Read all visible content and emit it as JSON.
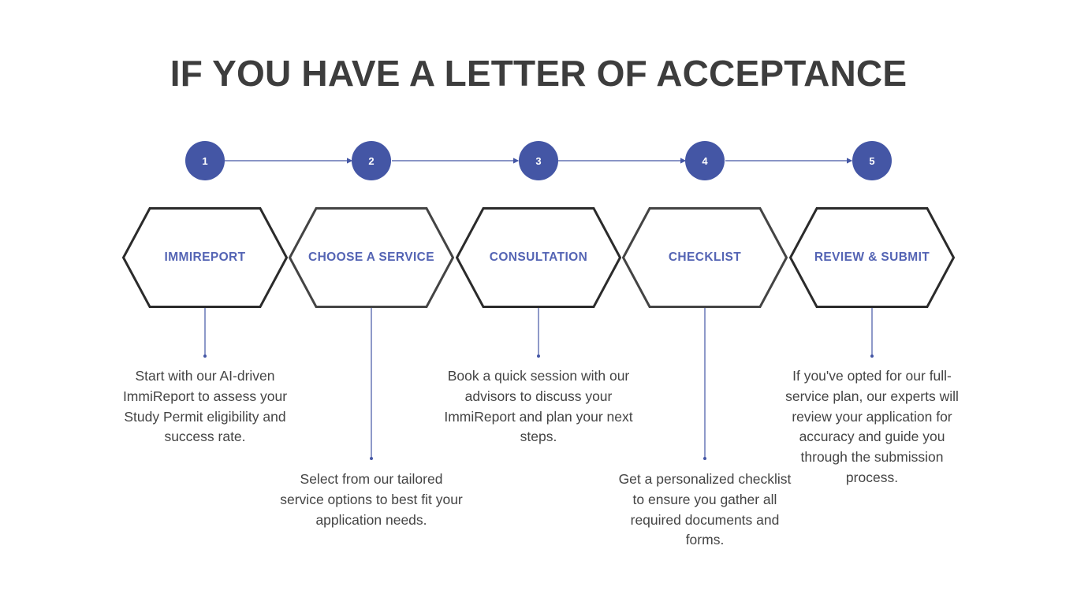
{
  "title": "IF YOU HAVE A LETTER OF ACCEPTANCE",
  "colors": {
    "accent": "#4456a5",
    "label": "#5464b4",
    "hex_stroke_dark": "#2b2b2b",
    "hex_stroke_light": "#444444",
    "text": "#444444"
  },
  "steps": [
    {
      "number": "1",
      "label": "IMMIREPORT",
      "description": "Start with our AI-driven ImmiReport to assess your Study Permit eligibility and success rate."
    },
    {
      "number": "2",
      "label": "CHOOSE A SERVICE",
      "description": "Select from our tailored service options to best fit your application needs."
    },
    {
      "number": "3",
      "label": "CONSULTATION",
      "description": "Book a quick session with our advisors to discuss your ImmiReport and plan your next steps."
    },
    {
      "number": "4",
      "label": "CHECKLIST",
      "description": "Get a personalized checklist to ensure you gather all required documents and forms."
    },
    {
      "number": "5",
      "label": "REVIEW & SUBMIT",
      "description": "If you've opted for our full-service plan, our experts will review your application for accuracy and guide you through the submission process."
    }
  ]
}
